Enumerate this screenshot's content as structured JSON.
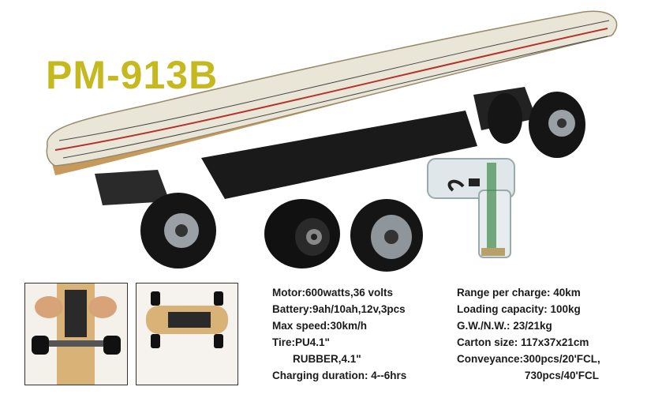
{
  "model": "PM-913B",
  "specs_left": [
    "Motor:600watts,36 volts",
    "Battery:9ah/10ah,12v,3pcs",
    "Max speed:30km/h",
    "Tire:PU4.1\"",
    "RUBBER,4.1\"",
    "Charging duration: 4--6hrs"
  ],
  "specs_right": [
    "Range per charge: 40km",
    "Loading capacity: 100kg",
    "G.W./N.W.: 23/21kg",
    "Carton size: 117x37x21cm",
    "Conveyance:300pcs/20'FCL,",
    "730pcs/40'FCL"
  ],
  "colors": {
    "title": "#c6b81f",
    "deck": "#e9e6d8",
    "stripe": "#b7312c",
    "wheel": "#151515"
  }
}
